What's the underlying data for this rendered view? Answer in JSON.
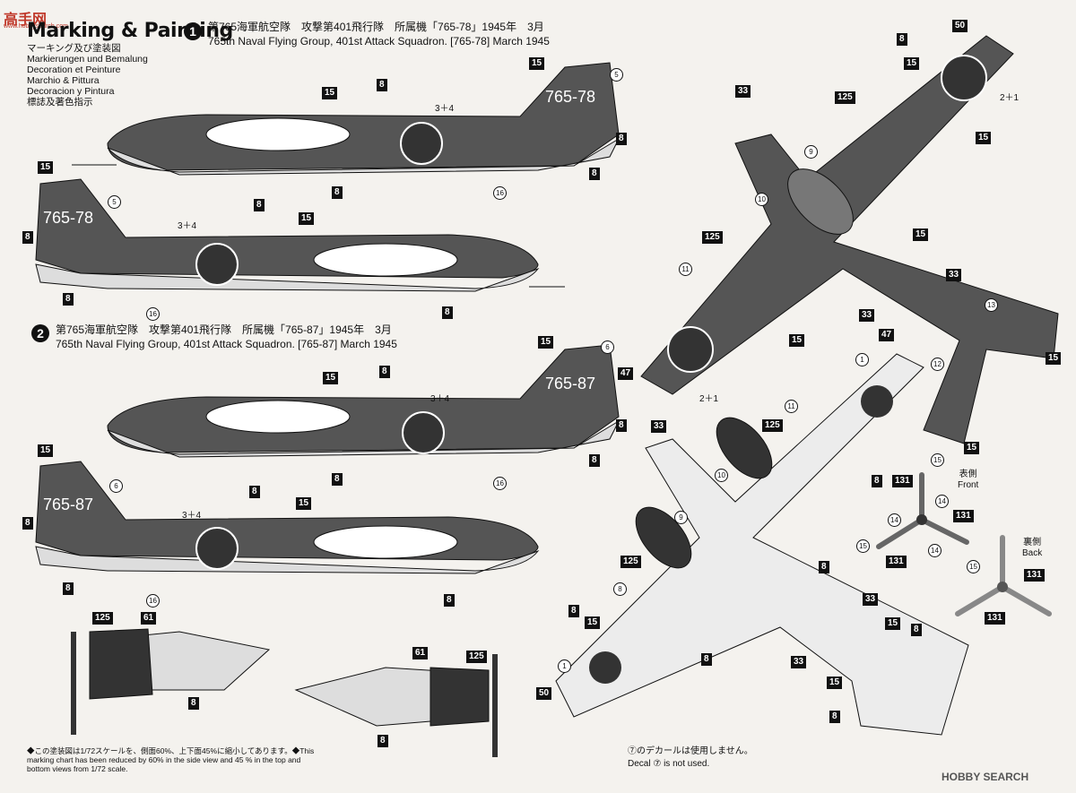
{
  "header": {
    "title": "Marking & Painting",
    "languages": [
      "マーキング及び塗装図",
      "Markierungen und Bemalung",
      "Decoration et Peinture",
      "Marchio & Pittura",
      "Decoracion y Pintura",
      "標誌及著色指示"
    ],
    "watermark": "高手网",
    "watermark_sub": "www.hobbysearch.com"
  },
  "schemes": [
    {
      "num": "1",
      "jp": "第765海軍航空隊　攻撃第401飛行隊　所属機「765-78」1945年　3月",
      "en": "765th Naval Flying Group, 401st Attack Squadron. [765-78] March 1945",
      "code": "765-78"
    },
    {
      "num": "2",
      "jp": "第765海軍航空隊　攻撃第401飛行隊　所属機「765-87」1945年　3月",
      "en": "765th Naval Flying Group, 401st Attack Squadron. [765-87] March 1945",
      "code": "765-87"
    }
  ],
  "callouts": {
    "c8": "8",
    "c15": "15",
    "c16": "16",
    "c5": "5",
    "c6": "6",
    "c34": "3＋4",
    "c125": "125",
    "c61": "61",
    "c33": "33",
    "c47": "47",
    "c50": "50",
    "c9": "9",
    "c10": "10",
    "c11": "11",
    "c12": "12",
    "c13": "13",
    "c14": "14",
    "c1": "1",
    "c21": "2＋1",
    "c131": "131"
  },
  "prop_labels": {
    "front_jp": "表側",
    "front_en": "Front",
    "back_jp": "裏側",
    "back_en": "Back"
  },
  "footnote": "◆この塗装図は1/72スケールを、側面60%、上下面45%に縮小してあります。◆This marking chart has been reduced by 60% in the side view and 45 % in the top and bottom views from 1/72 scale.",
  "decal_note": {
    "jp": "⑦のデカールは使用しません。",
    "en": "Decal ⑦ is not used."
  },
  "logo": "HOBBY SEARCH",
  "colors": {
    "dark_green": "#4a4a4a",
    "light_gray": "#dedede",
    "hinomaru": "#3a3a3a",
    "outline": "#111111"
  }
}
